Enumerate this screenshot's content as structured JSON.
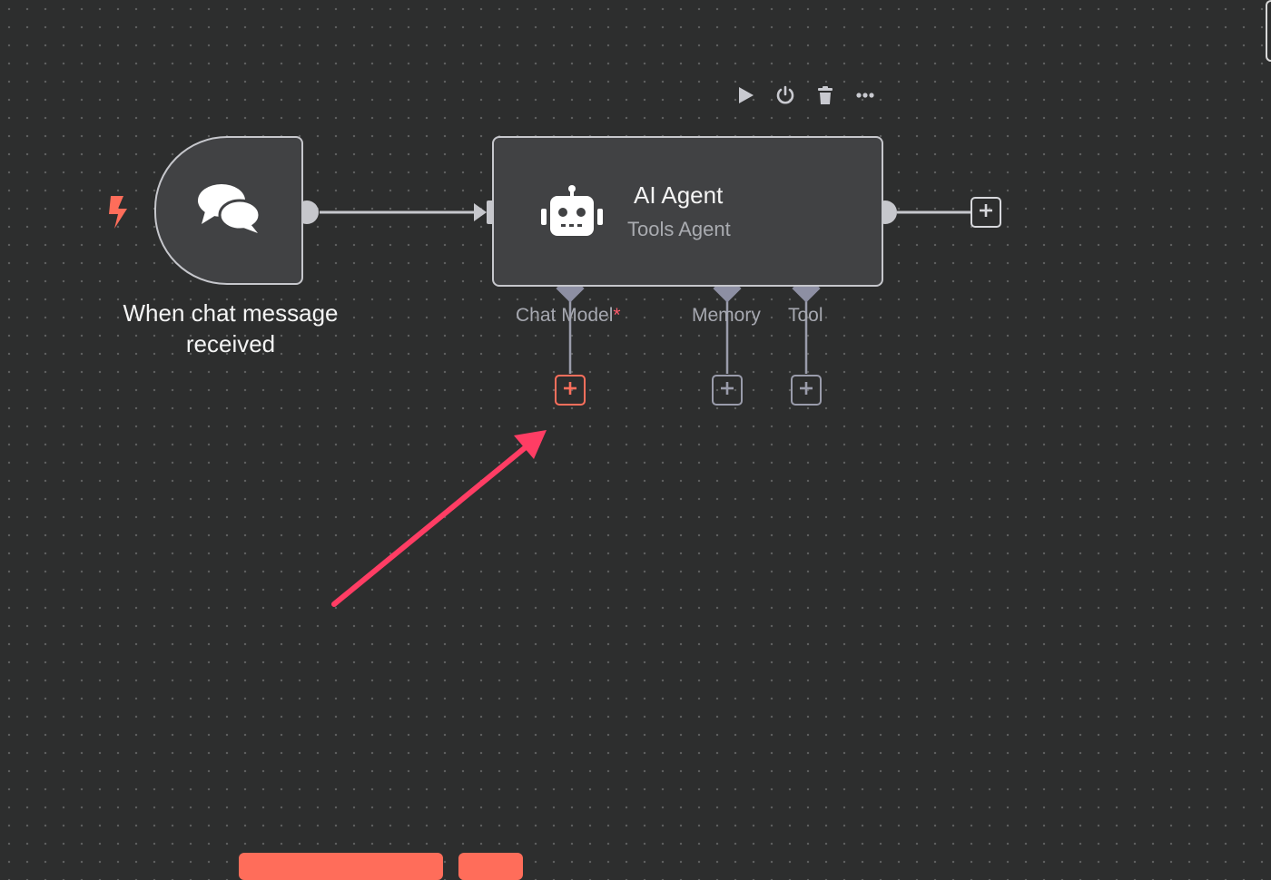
{
  "trigger": {
    "label": "When chat message received",
    "icon": "chat-bubbles-icon",
    "badge_icon": "lightning-bolt-icon",
    "badge_color": "#ff6d5a"
  },
  "agent": {
    "title": "AI Agent",
    "subtitle": "Tools Agent",
    "icon": "robot-icon"
  },
  "toolbar": {
    "items": [
      "play-icon",
      "power-icon",
      "trash-icon",
      "more-icon"
    ]
  },
  "sub_connections": [
    {
      "label": "Chat Model",
      "required_marker": "*"
    },
    {
      "label": "Memory"
    },
    {
      "label": "Tool"
    }
  ],
  "colors": {
    "canvas": "#2d2e2e",
    "node": "#414244",
    "node_border": "#c6c7cc",
    "accent": "#ff6d5a",
    "annotation_arrow": "#ff3d64"
  }
}
